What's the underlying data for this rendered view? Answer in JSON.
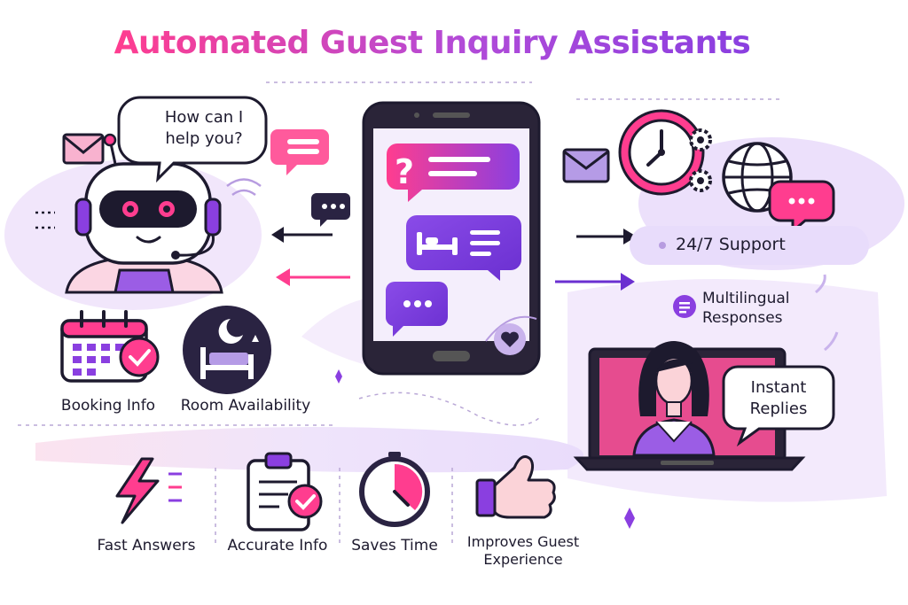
{
  "title": "Automated Guest Inquiry Assistants",
  "robot_bubble": {
    "line1": "How can I",
    "line2": "help you?"
  },
  "features_left": [
    {
      "label": "Booking Info",
      "icon": "calendar-check-icon"
    },
    {
      "label": "Room Availability",
      "icon": "bed-moon-icon"
    }
  ],
  "features_right": [
    {
      "label": "24/7 Support",
      "icon": "clock-globe-icon"
    },
    {
      "label": "Multilingual Responses",
      "line1": "Multilingual",
      "line2": "Responses",
      "icon": "chat-icon"
    }
  ],
  "agent_bubble": {
    "line1": "Instant",
    "line2": "Replies"
  },
  "benefits": [
    {
      "label": "Fast Answers",
      "icon": "lightning-icon"
    },
    {
      "label": "Accurate Info",
      "icon": "clipboard-check-icon"
    },
    {
      "label": "Saves Time",
      "icon": "timer-icon"
    },
    {
      "label": "Improves Guest Experience",
      "line1": "Improves Guest",
      "line2": "Experience",
      "icon": "thumbs-up-icon"
    }
  ],
  "colors": {
    "pink": "#ff3d8f",
    "purple": "#8a3fe0",
    "dark": "#1d1a2e",
    "lavender": "#efe4fb"
  }
}
